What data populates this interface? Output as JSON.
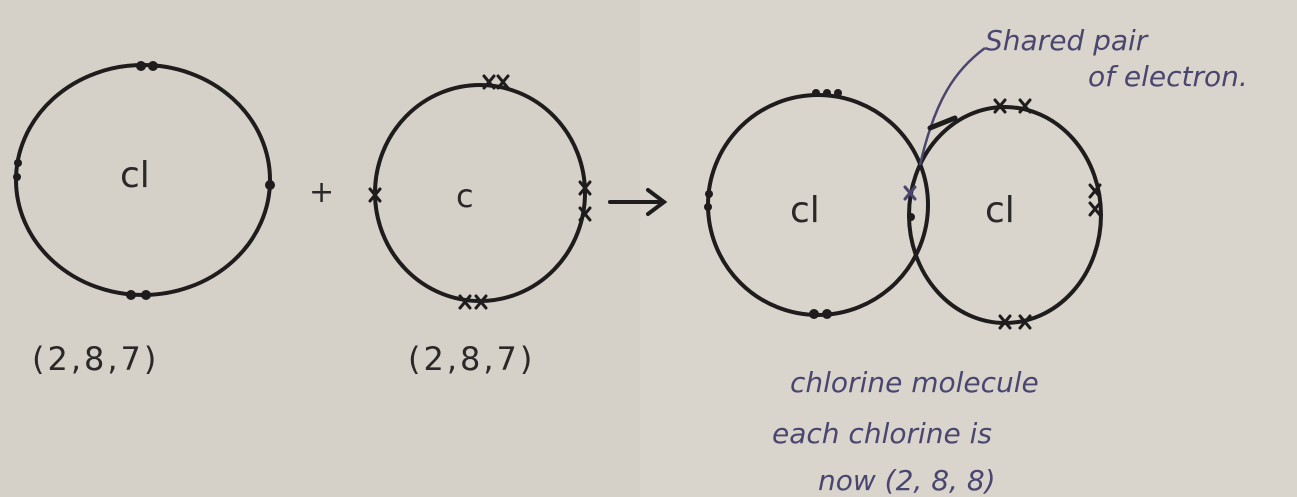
{
  "atoms": {
    "atom1": {
      "symbol": "cl",
      "configuration": "(2,8,7)"
    },
    "atom2": {
      "symbol": "c",
      "configuration": "(2,8,7)"
    },
    "molecule_left": {
      "symbol": "cl"
    },
    "molecule_right": {
      "symbol": "cl"
    }
  },
  "operators": {
    "plus": "+",
    "arrow": "→"
  },
  "annotation": {
    "line1": "Shared pair",
    "line2": "of electron."
  },
  "caption": {
    "line1": "chlorine molecule",
    "line2": "each chlorine  is",
    "line3": "now (2, 8, 8)"
  },
  "colors": {
    "paper": "#d9d5cc",
    "ink": "#1e1c1c",
    "blue_ink": "#4a4670"
  }
}
